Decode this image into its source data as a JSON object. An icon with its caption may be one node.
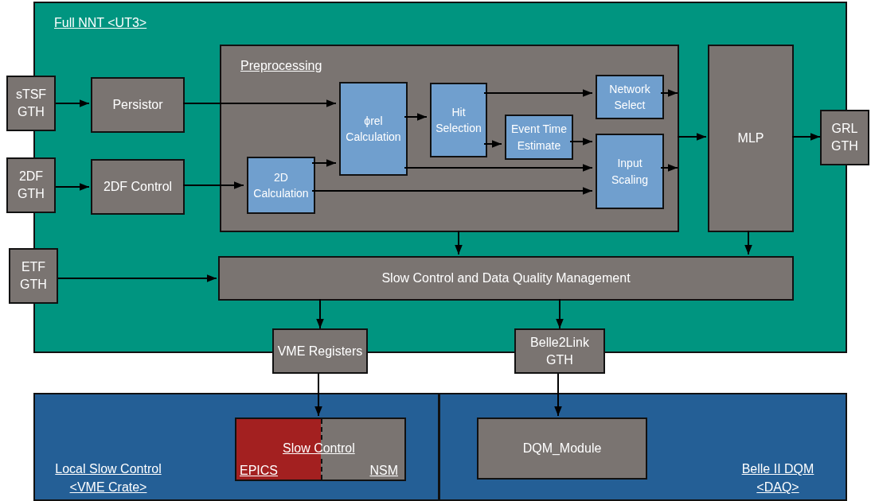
{
  "diagram": {
    "nodes": [
      {
        "text": [
          "Full NNT <UT3>"
        ]
      },
      {
        "text": [
          "sTSF GTH"
        ]
      },
      {
        "text": [
          "2DF GTH"
        ]
      },
      {
        "text": [
          "ETF GTH"
        ]
      },
      {
        "text": [
          "Persistor"
        ],
        "in": 0
      },
      {
        "text": [
          "2DF Control"
        ],
        "in": 0
      },
      {
        "text": [
          "Preprocessing"
        ],
        "in": 0
      },
      {
        "text": [
          "ϕrel Calculation"
        ],
        "in": 6
      },
      {
        "text": [
          "Hit Selection"
        ],
        "in": 6
      },
      {
        "text": [
          "Network Select"
        ],
        "in": 6
      },
      {
        "text": [
          "Event Time Estimate"
        ],
        "in": 6
      },
      {
        "text": [
          "Input Scaling"
        ],
        "in": 6
      },
      {
        "text": [
          "2D Calculation"
        ],
        "in": 6
      },
      {
        "text": [
          "MLP"
        ],
        "in": 0
      },
      {
        "text": [
          "GRL GTH"
        ]
      },
      {
        "text": [
          "Slow Control and Data Quality Management"
        ],
        "in": 0
      },
      {
        "text": [
          "VME Registers"
        ]
      },
      {
        "text": [
          "Belle2Link GTH"
        ]
      },
      {
        "text": [
          "Local Slow Control <VME Crate>"
        ]
      },
      {
        "text": [
          "Slow Control",
          "EPICS",
          "NSM"
        ],
        "in": 18
      },
      {
        "text": [
          "Belle II DQM <DAQ>"
        ]
      },
      {
        "text": [
          "DQM_Module"
        ],
        "in": 20
      }
    ],
    "edges": [
      {
        "from": 1,
        "to": 4,
        "arrow": "to"
      },
      {
        "from": 2,
        "to": 5,
        "arrow": "to"
      },
      {
        "from": 3,
        "to": 15,
        "arrow": "to"
      },
      {
        "from": 4,
        "to": 7,
        "arrow": "to"
      },
      {
        "from": 5,
        "to": 12,
        "arrow": "to"
      },
      {
        "from": 12,
        "to": 7,
        "arrow": "to"
      },
      {
        "from": 7,
        "to": 8,
        "arrow": "to"
      },
      {
        "from": 8,
        "to": 9,
        "arrow": "to"
      },
      {
        "from": 8,
        "to": 10,
        "arrow": "to"
      },
      {
        "from": 10,
        "to": 11,
        "arrow": "to"
      },
      {
        "from": 7,
        "to": 11,
        "arrow": "to"
      },
      {
        "from": 12,
        "to": 11,
        "arrow": "to"
      },
      {
        "from": 9,
        "to": 6,
        "arrow": "to"
      },
      {
        "from": 11,
        "to": 6,
        "arrow": "to"
      },
      {
        "from": 6,
        "to": 13,
        "arrow": "to"
      },
      {
        "from": 13,
        "to": 14,
        "arrow": "to"
      },
      {
        "from": 6,
        "to": 15,
        "arrow": "to"
      },
      {
        "from": 13,
        "to": 15,
        "arrow": "to"
      },
      {
        "from": 15,
        "to": 16,
        "arrow": "to"
      },
      {
        "from": 15,
        "to": 17,
        "arrow": "to"
      },
      {
        "from": 16,
        "to": 19,
        "arrow": "to"
      },
      {
        "from": 17,
        "to": 21,
        "arrow": "to"
      }
    ]
  }
}
